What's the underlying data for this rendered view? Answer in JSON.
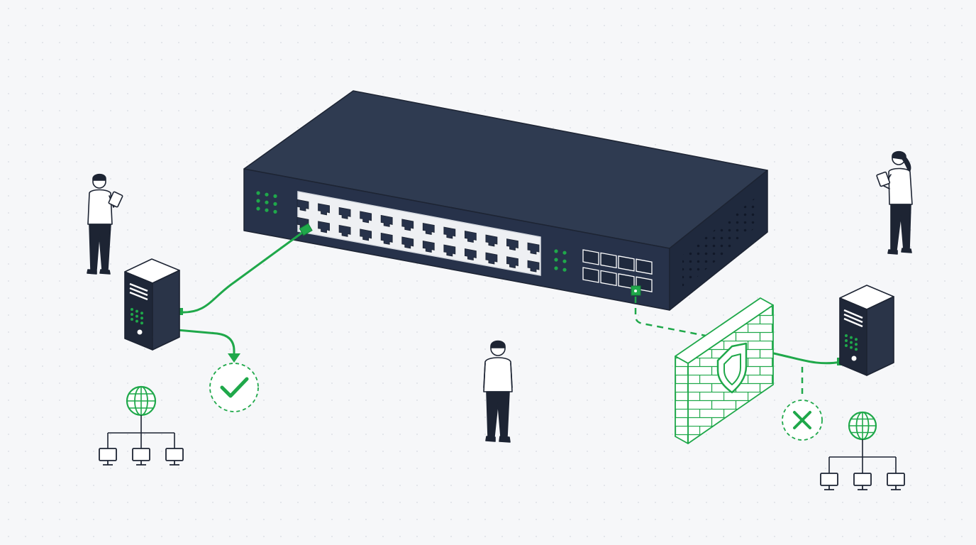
{
  "colors": {
    "background": "#f6f7f9",
    "switch_top": "#2f3b51",
    "switch_front": "#27324a",
    "switch_side": "#1f293d",
    "accent_green": "#1fa84a",
    "outline": "#1d2433"
  },
  "switch": {
    "rj45_ports": 24,
    "sfp_ports": 8,
    "status_led_groups": 2
  },
  "connections": [
    {
      "from": "left-server",
      "to": "switch-port-1",
      "style": "solid",
      "status": "allowed"
    },
    {
      "from": "switch-sfp-port",
      "to": "firewall",
      "style": "dashed",
      "status": "filtered"
    },
    {
      "from": "firewall",
      "to": "right-server",
      "style": "solid",
      "status": "allowed"
    }
  ],
  "status_badges": [
    {
      "id": "left",
      "icon": "checkmark-icon",
      "meaning": "allowed"
    },
    {
      "id": "right",
      "icon": "x-mark-icon",
      "meaning": "blocked"
    }
  ],
  "network_groups": [
    {
      "id": "left",
      "icon": "globe-icon",
      "computers": 3
    },
    {
      "id": "right",
      "icon": "globe-icon",
      "computers": 3
    }
  ],
  "people": [
    {
      "id": "left",
      "holds": "tablet"
    },
    {
      "id": "center",
      "holds": "none"
    },
    {
      "id": "right",
      "holds": "tablet"
    }
  ],
  "firewall": {
    "icon": "shield-icon"
  }
}
